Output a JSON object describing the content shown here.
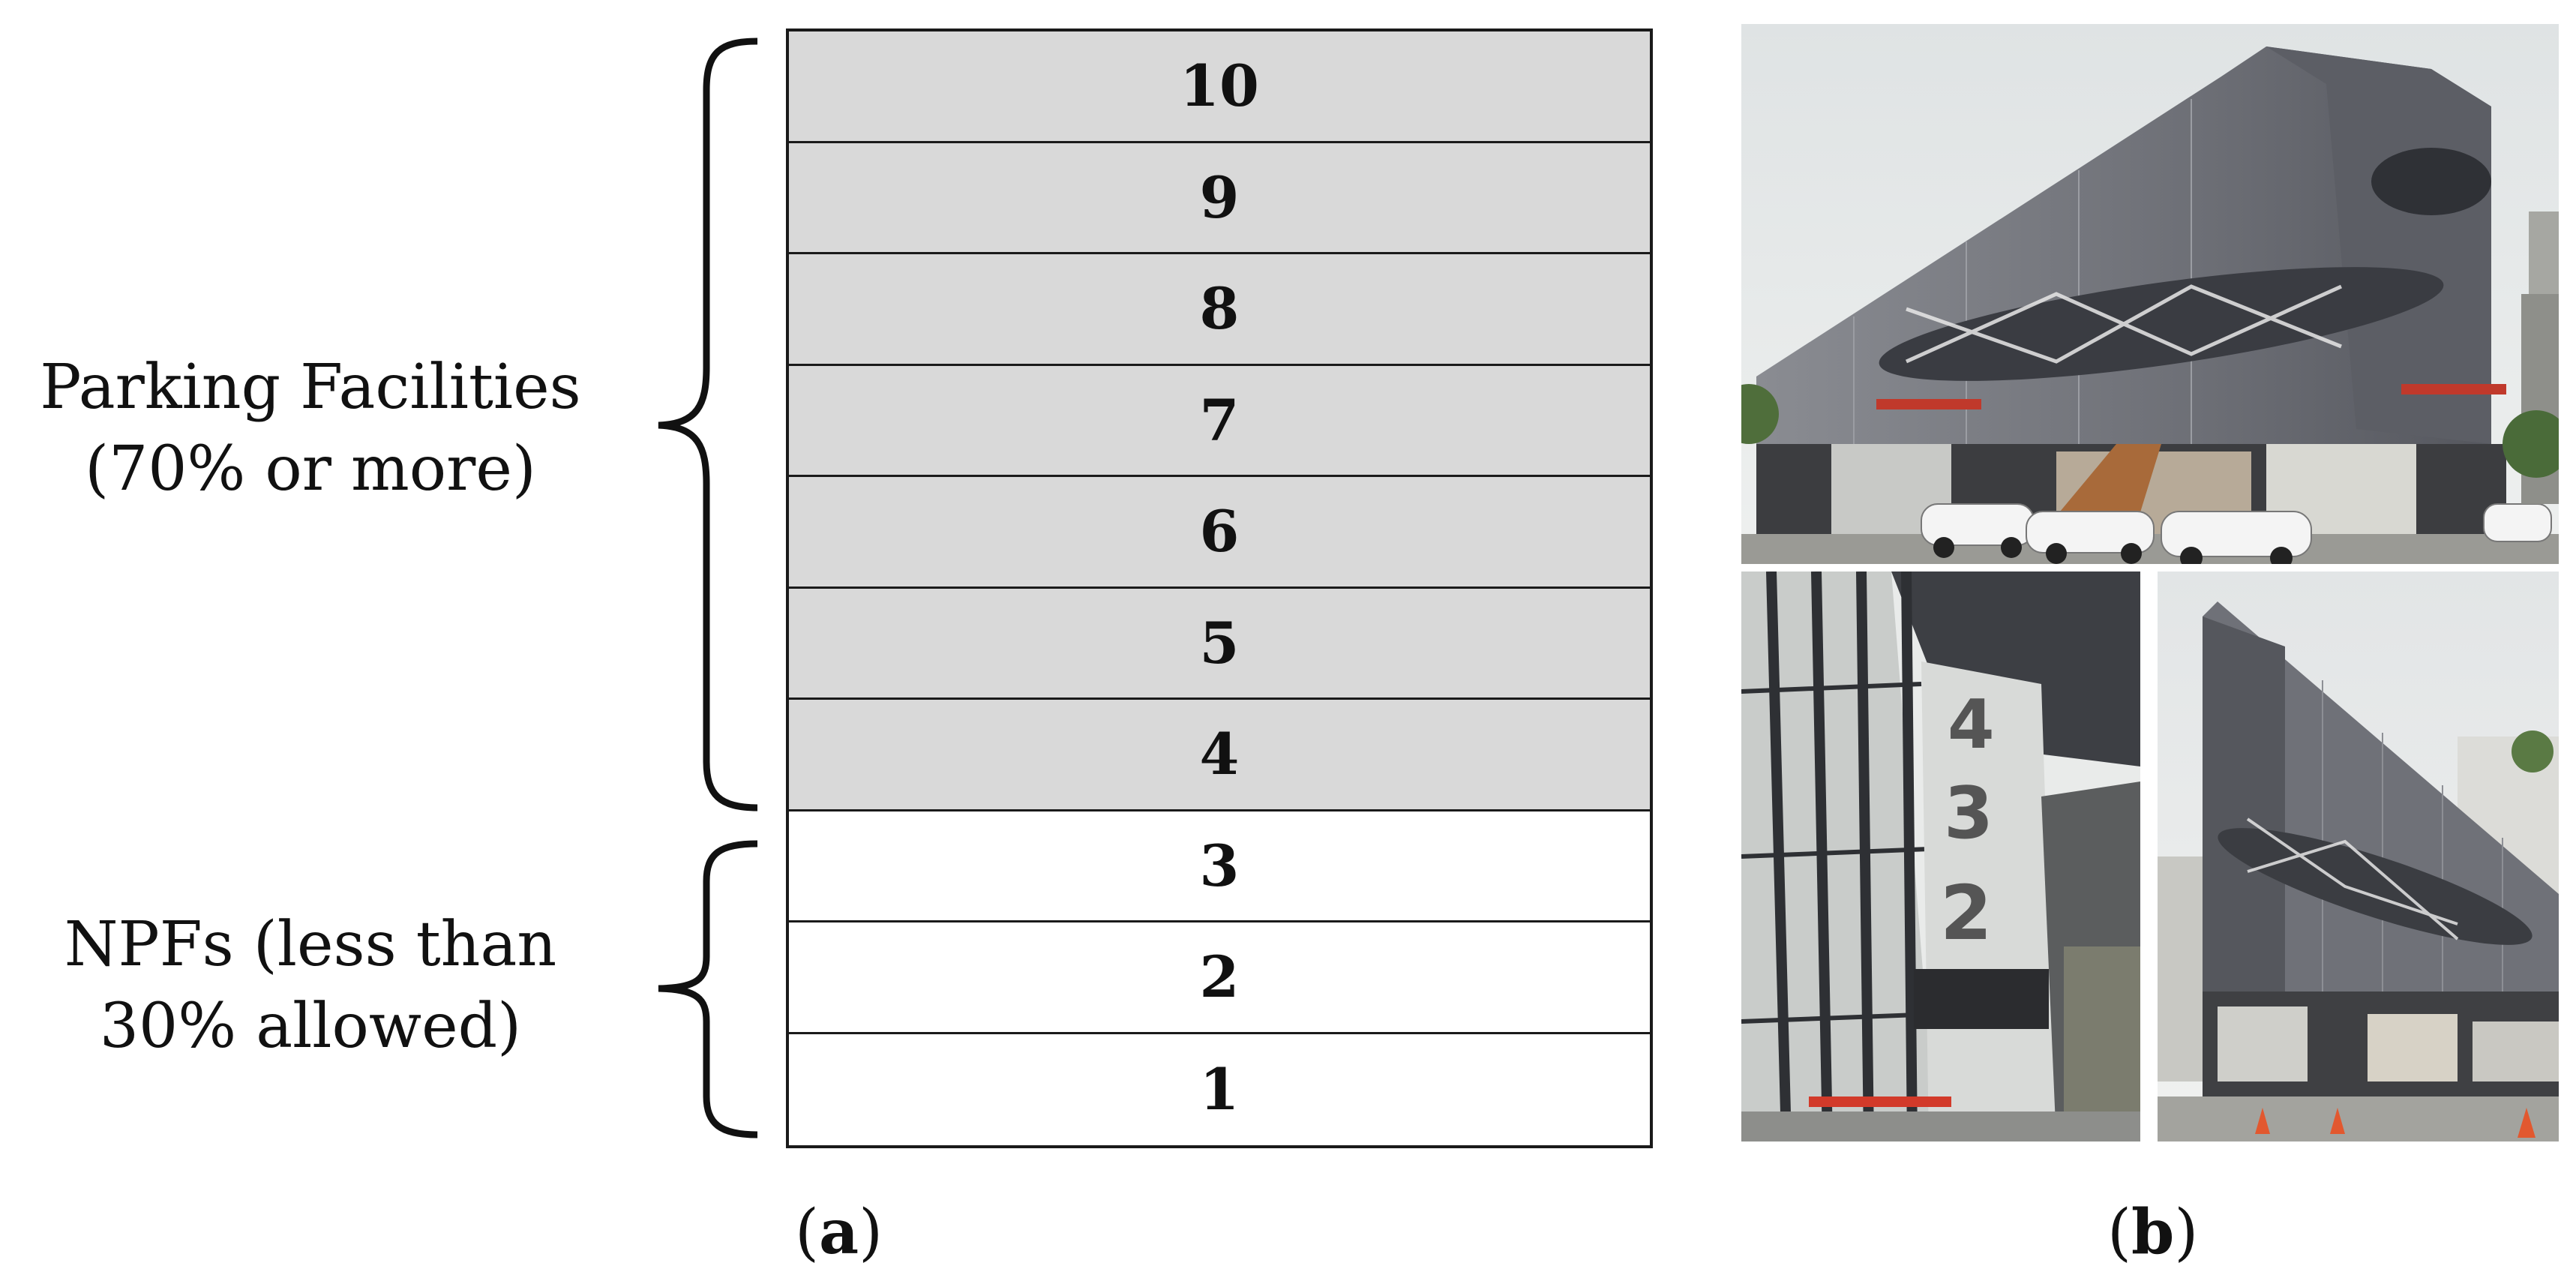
{
  "groups": {
    "parking": {
      "line1": "Parking Facilities",
      "line2": "(70% or more)"
    },
    "npf": {
      "line1": "NPFs (less than",
      "line2": "30% allowed)"
    }
  },
  "floors": [
    {
      "number": "10",
      "use": "parking"
    },
    {
      "number": "9",
      "use": "parking"
    },
    {
      "number": "8",
      "use": "parking"
    },
    {
      "number": "7",
      "use": "parking"
    },
    {
      "number": "6",
      "use": "parking"
    },
    {
      "number": "5",
      "use": "parking"
    },
    {
      "number": "4",
      "use": "parking"
    },
    {
      "number": "3",
      "use": "npf"
    },
    {
      "number": "2",
      "use": "npf"
    },
    {
      "number": "1",
      "use": "npf"
    }
  ],
  "panels": {
    "a": {
      "open": "(",
      "letter": "a",
      "close": ")"
    },
    "b": {
      "open": "(",
      "letter": "b",
      "close": ")"
    }
  },
  "photo_ramp_numbers": [
    "4",
    "3",
    "2"
  ],
  "colors": {
    "parking_fill": "#d9d9d9",
    "npf_fill": "#ffffff",
    "line": "#1a1a1a"
  }
}
